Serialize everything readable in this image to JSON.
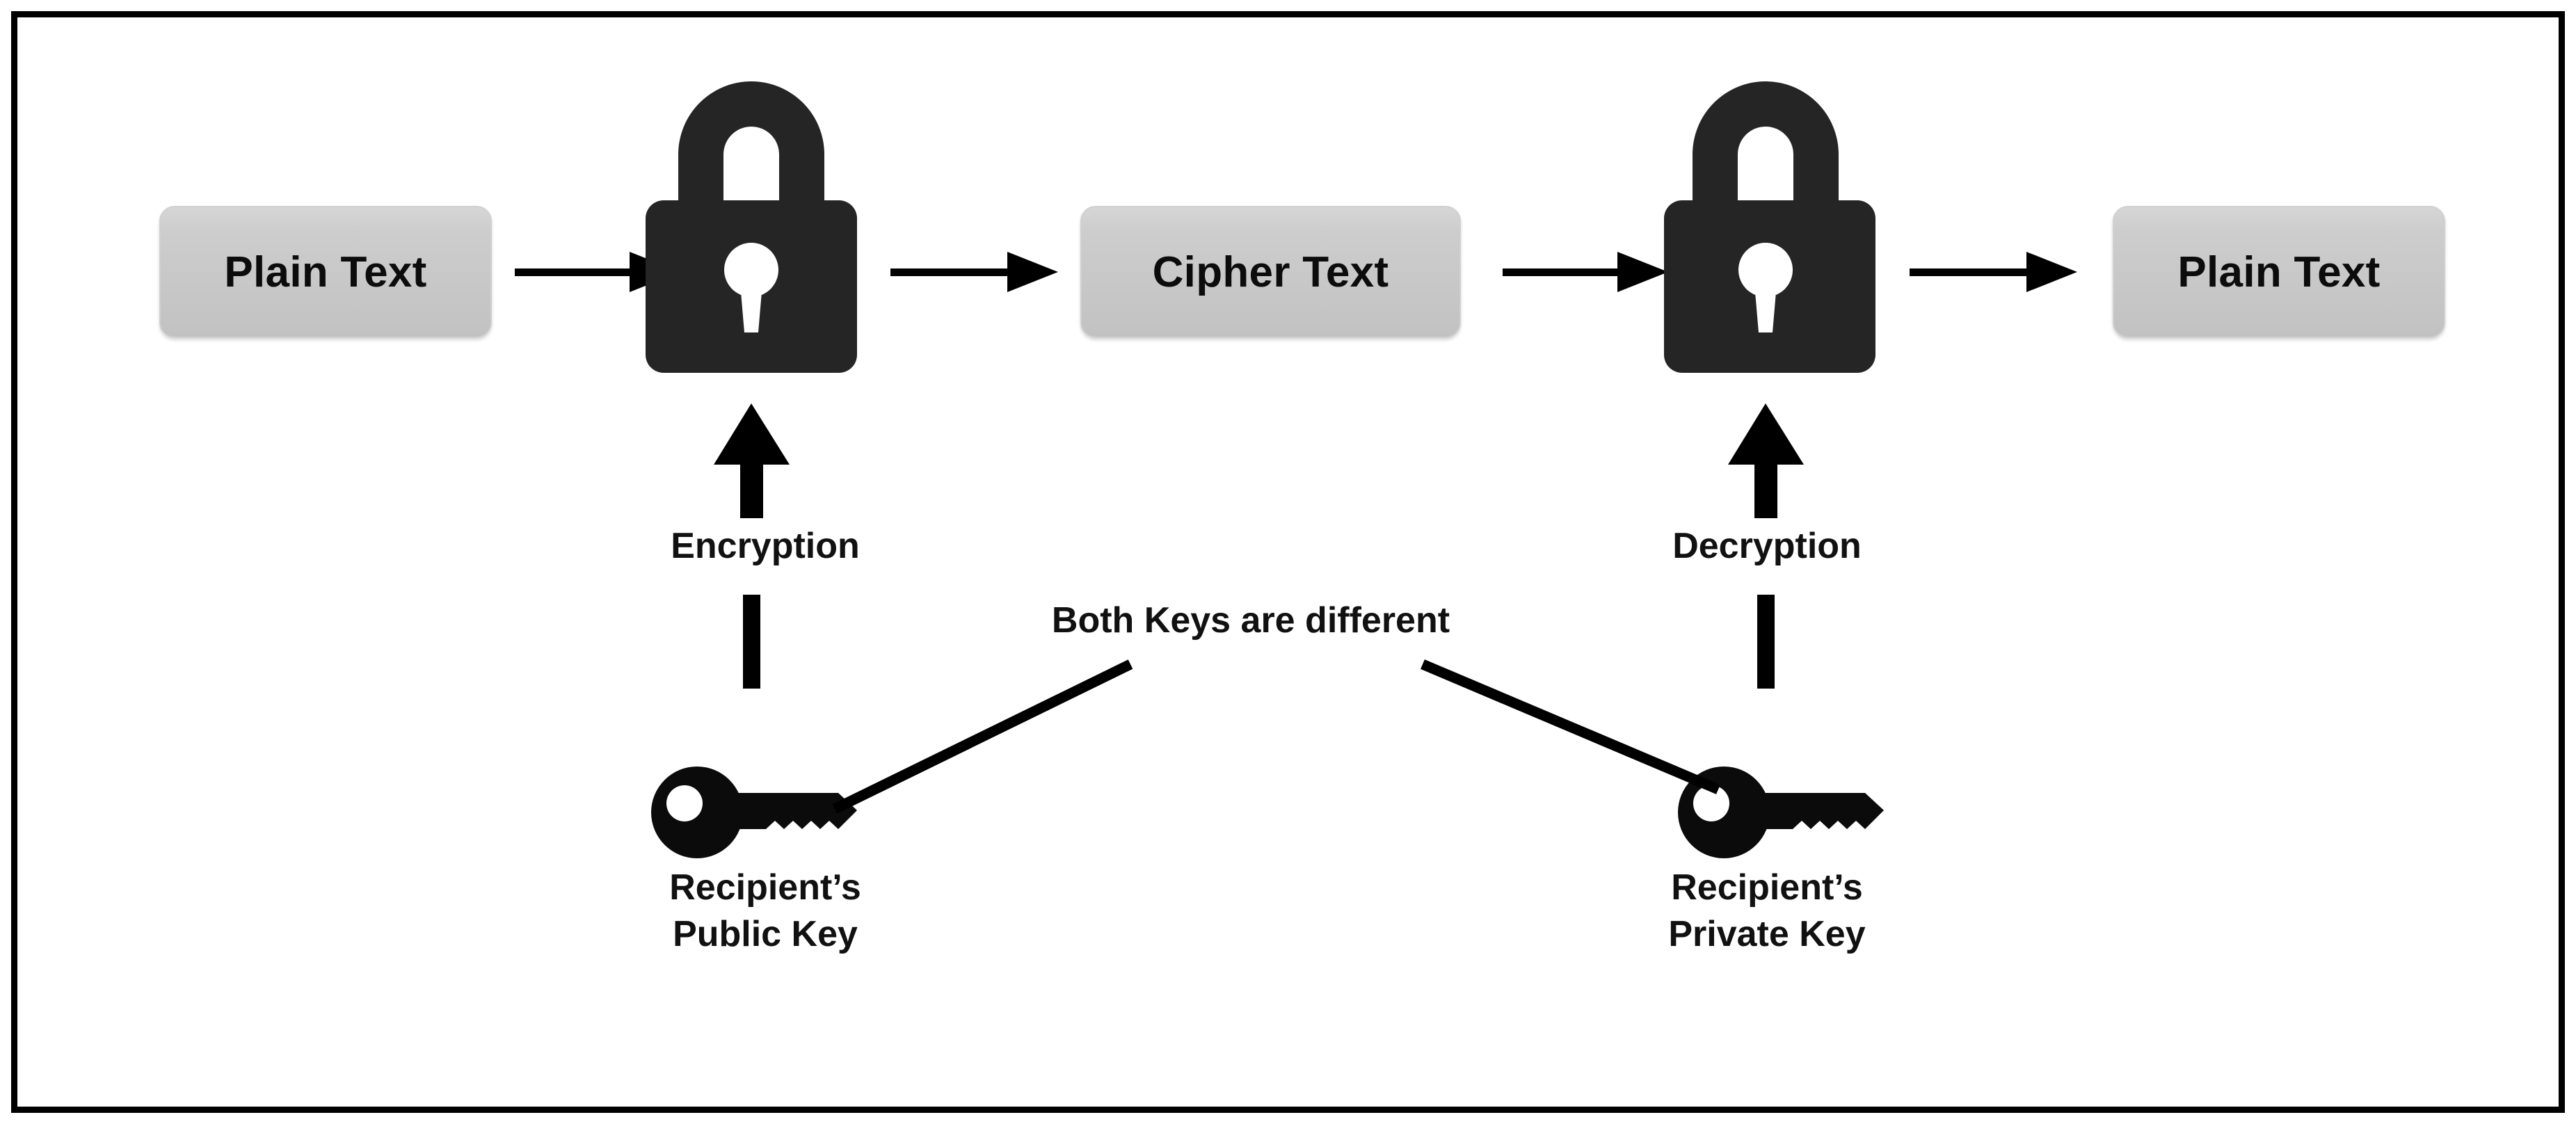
{
  "diagram": {
    "title": "Asymmetric (Public-Key) Encryption Flow",
    "colors": {
      "box_fill_top": "#d6d6d6",
      "box_fill_bottom": "#c2c2c2",
      "icon_dark": "#252525",
      "stroke_black": "#000000",
      "background": "#ffffff"
    },
    "boxes": [
      {
        "id": "plain-text-left",
        "label": "Plain Text"
      },
      {
        "id": "cipher-text",
        "label": "Cipher Text"
      },
      {
        "id": "plain-text-right",
        "label": "Plain Text"
      }
    ],
    "icons": [
      {
        "id": "closed-padlock",
        "name": "lock-closed-icon",
        "state": "locked"
      },
      {
        "id": "open-padlock",
        "name": "lock-open-icon",
        "state": "unlocked"
      },
      {
        "id": "public-key",
        "name": "key-icon",
        "state": "public"
      },
      {
        "id": "private-key",
        "name": "key-icon",
        "state": "private"
      }
    ],
    "labels": {
      "encryption": "Encryption",
      "decryption": "Decryption",
      "both_keys": "Both Keys are different",
      "public_key_line1": "Recipient’s",
      "public_key_line2": "Public Key",
      "private_key_line1": "Recipient’s",
      "private_key_line2": "Private Key"
    },
    "flow": [
      {
        "from": "plain-text-left",
        "to": "closed-padlock",
        "type": "arrow-right"
      },
      {
        "from": "closed-padlock",
        "to": "cipher-text",
        "type": "arrow-right"
      },
      {
        "from": "cipher-text",
        "to": "open-padlock",
        "type": "arrow-right"
      },
      {
        "from": "open-padlock",
        "to": "plain-text-right",
        "type": "arrow-right"
      },
      {
        "from": "public-key",
        "to": "closed-padlock",
        "type": "arrow-up",
        "label": "Encryption"
      },
      {
        "from": "private-key",
        "to": "open-padlock",
        "type": "arrow-up",
        "label": "Decryption"
      },
      {
        "from": "public-key",
        "to": "both-keys-note",
        "type": "line"
      },
      {
        "from": "private-key",
        "to": "both-keys-note",
        "type": "line"
      }
    ]
  }
}
